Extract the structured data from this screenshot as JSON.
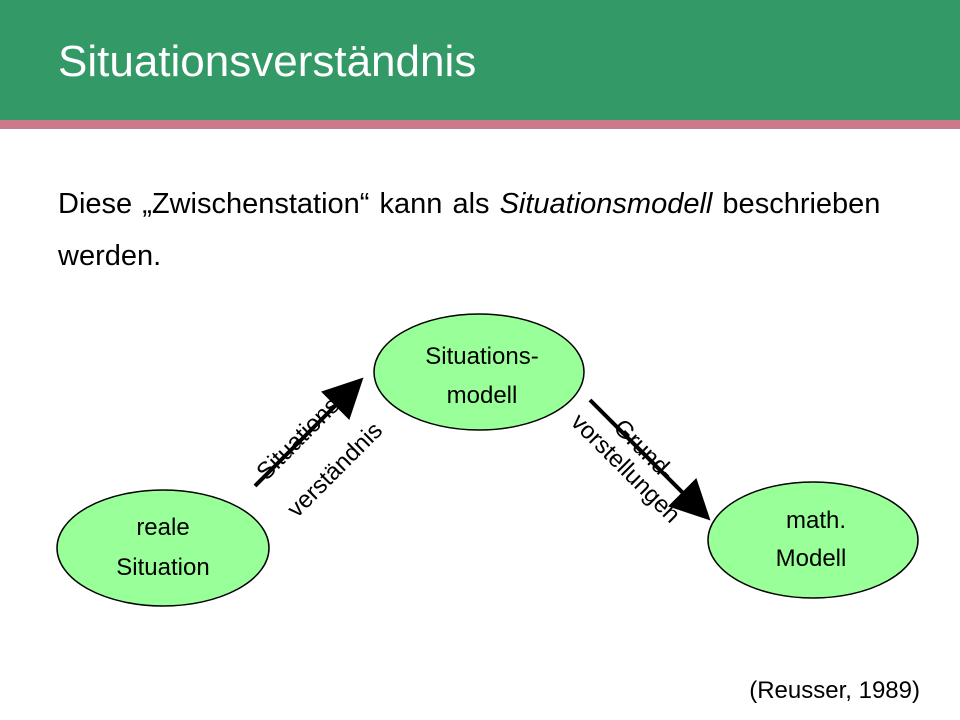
{
  "slide": {
    "title": "Situationsverständnis",
    "body": {
      "part1": "Diese „Zwischenstation“ kann als ",
      "emphasis": "Situationsmodell",
      "part2": " beschrieben werden."
    },
    "citation": "(Reusser, 1989)"
  },
  "colors": {
    "title_bar": "#339966",
    "title_stripe": "#cc7a8a",
    "node_fill": "#99ff99",
    "node_stroke": "#000000"
  },
  "diagram": {
    "nodes": {
      "reale_situation": {
        "line1": "reale",
        "line2": "Situation"
      },
      "situationsmodell": {
        "line1": "Situations-",
        "line2": "modell"
      },
      "math_modell": {
        "line1": "math.",
        "line2": "Modell"
      }
    },
    "edges": {
      "left": {
        "line1": "Situations-",
        "line2": "verständnis",
        "from": "reale Situation",
        "to": "Situationsmodell"
      },
      "right": {
        "line1": "Grund-",
        "line2": "vorstellungen",
        "from": "Situationsmodell",
        "to": "math. Modell"
      }
    }
  }
}
